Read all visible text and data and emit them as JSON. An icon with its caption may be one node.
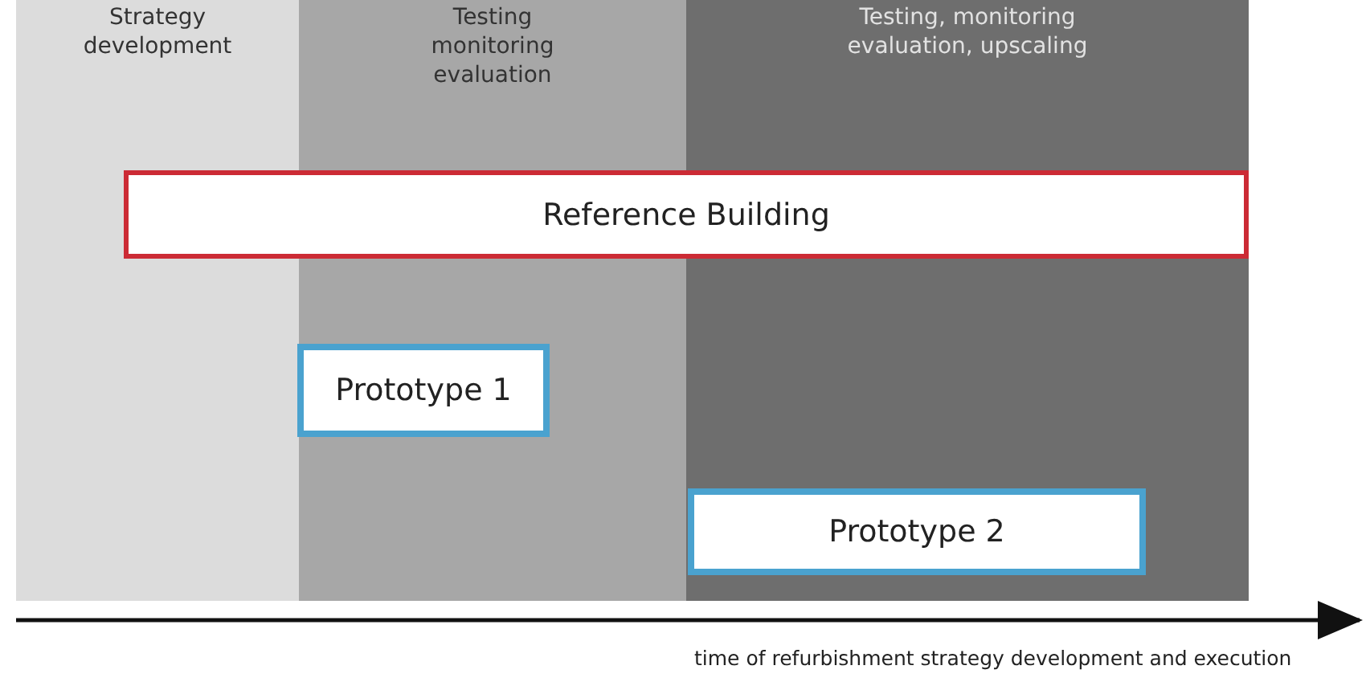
{
  "diagram": {
    "nodes": [
      {
        "text": [
          "Strategy development"
        ]
      },
      {
        "text": [
          "Testing monitoring evaluation"
        ]
      },
      {
        "text": [
          "Testing, monitoring evaluation, upscaling"
        ]
      },
      {
        "text": [
          "Reference Building"
        ]
      },
      {
        "text": [
          "Prototype 1"
        ],
        "in": 1
      },
      {
        "text": [
          "Prototype 2"
        ],
        "in": 2
      }
    ],
    "edges": [],
    "labels": [
      "time of refurbishment strategy development and execution"
    ]
  }
}
